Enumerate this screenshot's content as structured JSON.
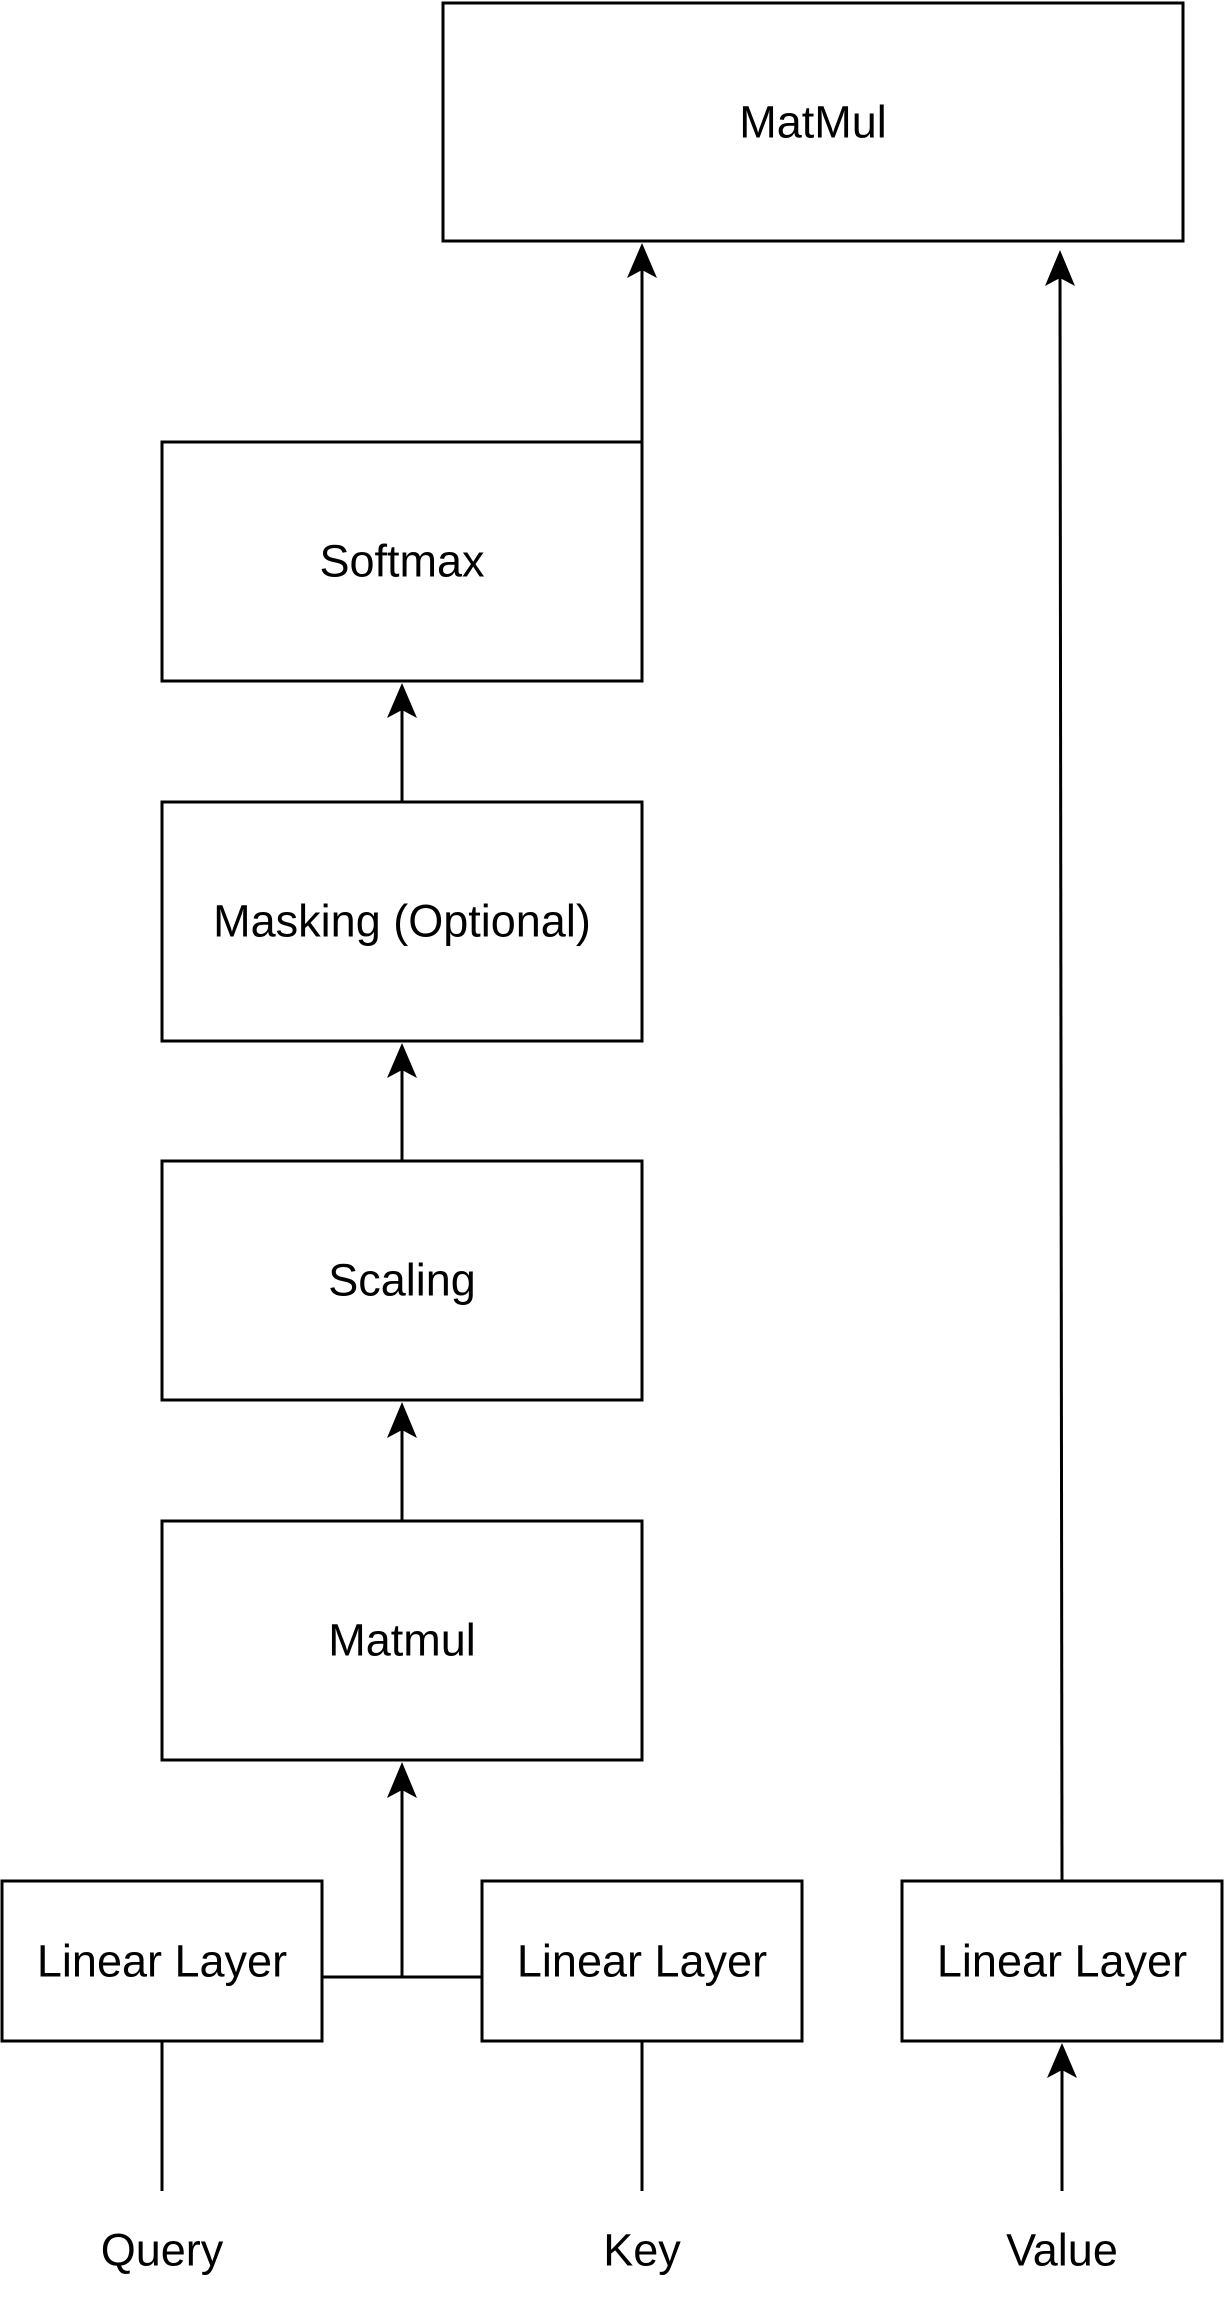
{
  "nodes": {
    "top_matmul": "MatMul",
    "softmax": "Softmax",
    "masking": "Masking (Optional)",
    "scaling": "Scaling",
    "matmul": "Matmul",
    "linear_query": "Linear Layer",
    "linear_key": "Linear Layer",
    "linear_value": "Linear Layer"
  },
  "inputs": {
    "query": "Query",
    "key": "Key",
    "value": "Value"
  },
  "colors": {
    "stroke": "#000000",
    "background": "#ffffff"
  }
}
